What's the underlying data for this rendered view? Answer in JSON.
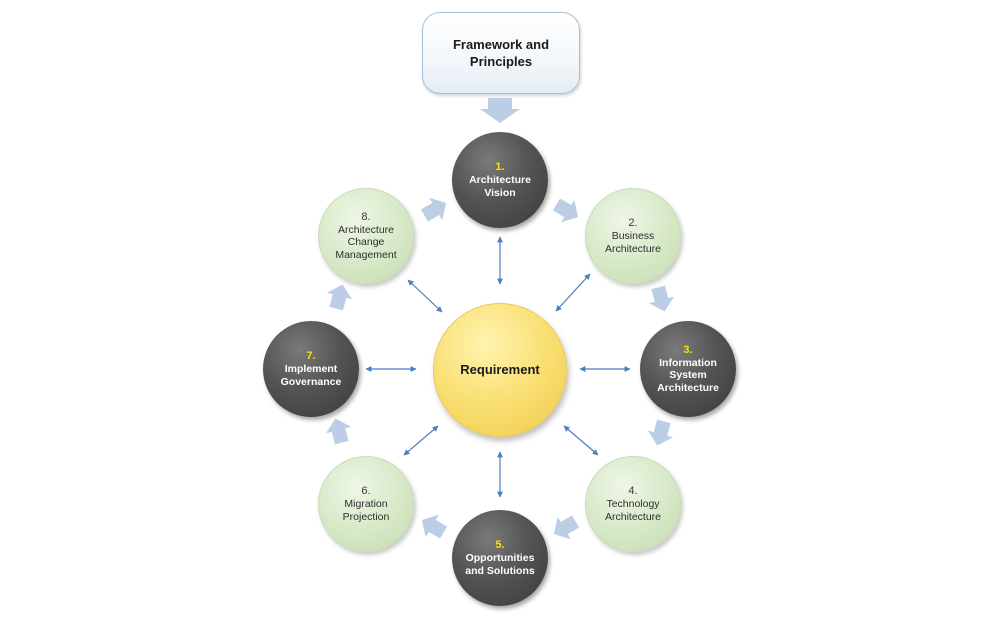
{
  "framework": {
    "label": "Framework and Principles"
  },
  "center": {
    "label": "Requirement"
  },
  "phases": [
    {
      "number": "1.",
      "label": "Architecture Vision"
    },
    {
      "number": "2.",
      "label": "Business Architecture"
    },
    {
      "number": "3.",
      "label": "Information System Architecture"
    },
    {
      "number": "4.",
      "label": "Technology Architecture"
    },
    {
      "number": "5.",
      "label": "Opportunities and Solutions"
    },
    {
      "number": "6.",
      "label": "Migration Projection"
    },
    {
      "number": "7.",
      "label": "Implement Governance"
    },
    {
      "number": "8.",
      "label": "Architecture Change Management"
    }
  ],
  "colors": {
    "dark_node": "#4a4a4a",
    "light_node": "#d6e8c6",
    "center_node": "#f9df72",
    "number_highlight": "#f5e400",
    "cycle_arrow": "#bccde6",
    "connector": "#4a7fc1"
  }
}
